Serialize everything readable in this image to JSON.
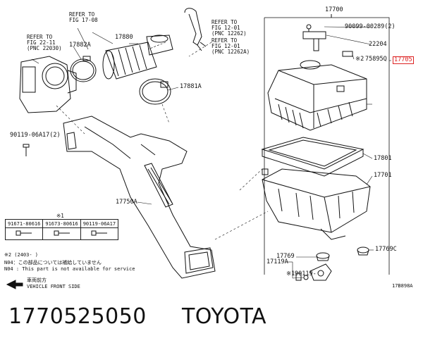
{
  "refs": {
    "ref_17_08": [
      "REFER TO",
      "FIG 17-08"
    ],
    "ref_22_11": [
      "REFER TO",
      "FIG 22-11",
      "(PNC 22030)"
    ],
    "ref_12_01a": [
      "REFER TO",
      "FIG 12-01",
      "(PNC 12262)"
    ],
    "ref_12_01b": [
      "REFER TO",
      "FIG 12-01",
      "(PNC 12262A)"
    ]
  },
  "parts": {
    "p17700": "17700",
    "p90099": "90099-00289(2)",
    "p22204": "22204",
    "p75895q": "75895Q",
    "p75895q_mark": "※2",
    "p17705": "17705",
    "p17880": "17880",
    "p17882a": "17882A",
    "p17881a": "17881A",
    "p90119": "90119-06A17(2)",
    "p17801": "17801",
    "p17701": "17701",
    "p17750a": "17750A",
    "p17769c": "17769C",
    "p17769": "17769",
    "p17119a": "17119A",
    "p90119b_mark": "※1",
    "p90119b": "90119-"
  },
  "subtable": {
    "mark": "※1",
    "cols": [
      "91671-80616",
      "91673-80616",
      "90119-06A17"
    ]
  },
  "notes": {
    "n1": "※2 (2403-     )",
    "n2": "N04：この部品については補給していません",
    "n3": "N04 : This part is not available for service",
    "front_jp": "車両前方",
    "front_en": "VEHICLE FRONT SIDE",
    "fig_code": "17B898A"
  },
  "footer": {
    "part_number": "1770525050",
    "brand": "TOYOTA"
  },
  "colors": {
    "accent": "#dd2222",
    "ink": "#111111"
  }
}
